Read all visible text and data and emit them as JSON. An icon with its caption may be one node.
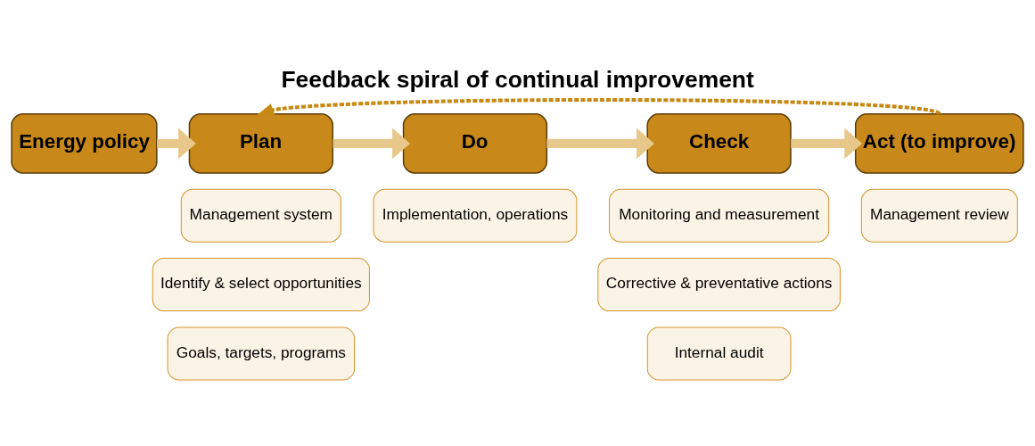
{
  "diagram": {
    "title": "Feedback spiral of continual improvement",
    "nodes": [
      {
        "text": [
          "Energy policy"
        ]
      },
      {
        "text": [
          "Plan"
        ]
      },
      {
        "text": [
          "Do"
        ]
      },
      {
        "text": [
          "Check"
        ]
      },
      {
        "text": [
          "Act (to improve)"
        ]
      },
      {
        "text": [
          "Management system"
        ]
      },
      {
        "text": [
          "Identify & select opportunities"
        ]
      },
      {
        "text": [
          "Goals, targets, programs"
        ]
      },
      {
        "text": [
          "Implementation, operations"
        ]
      },
      {
        "text": [
          "Monitoring and measurement"
        ]
      },
      {
        "text": [
          "Corrective & preventative actions"
        ]
      },
      {
        "text": [
          "Internal audit"
        ]
      },
      {
        "text": [
          "Management review"
        ]
      }
    ],
    "edges": [
      {
        "from": 0,
        "to": 1,
        "arrow": "to"
      },
      {
        "from": 1,
        "to": 2,
        "arrow": "to"
      },
      {
        "from": 2,
        "to": 3,
        "arrow": "to"
      },
      {
        "from": 3,
        "to": 4,
        "arrow": "to"
      },
      {
        "from": 4,
        "to": 1,
        "arrow": "to",
        "style": "dashed",
        "color": "#c68a14"
      }
    ]
  }
}
